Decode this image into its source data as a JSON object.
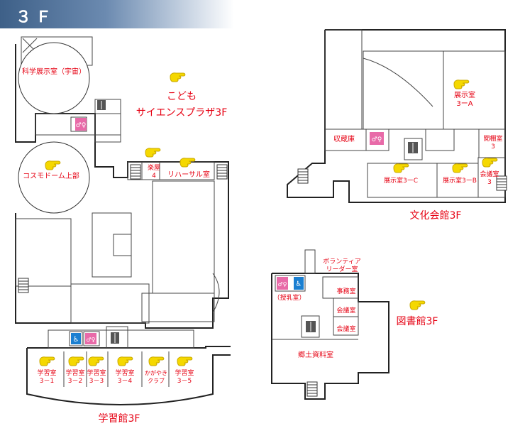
{
  "floor": "３Ｆ",
  "colors": {
    "label_red": "#e60012",
    "header_blue": "#3e6088",
    "toilet_pink": "#e86aa8",
    "accessible_blue": "#1a7fd1",
    "hand_yellow": "#f5d800"
  },
  "buildings": {
    "science": {
      "name": "こども\nサイエンスプラザ3F",
      "name_line1": "こども",
      "name_line2": "サイエンスプラザ3F",
      "rooms": {
        "science_exhibit": "科学展示室（宇宙）",
        "cosmo_dome": "コスモドーム上部",
        "green_room_line1": "楽屋",
        "green_room_line2": "4",
        "rehearsal": "リハーサル室"
      }
    },
    "culture": {
      "name": "文化会館3F",
      "rooms": {
        "storage": "収蔵庫",
        "exhibit_3a_line1": "展示室",
        "exhibit_3a_line2": "3ーA",
        "exhibit_3c": "展示室3ーC",
        "exhibit_3b": "展示室3ーB",
        "showroom3_line1": "閲棚室",
        "showroom3_line2": "3",
        "meeting3_line1": "会議室",
        "meeting3_line2": "3"
      }
    },
    "library": {
      "name": "図書館3F",
      "rooms": {
        "volunteer_line1": "ボランティア",
        "volunteer_line2": "リーダー室",
        "office": "事務室",
        "meeting_a": "会議室",
        "meeting_b": "会議室",
        "local_archive": "郷土資料室",
        "nursing": "（授乳室）"
      }
    },
    "learning": {
      "name": "学習館3F",
      "rooms": [
        {
          "line1": "学習室",
          "line2": "3－1"
        },
        {
          "line1": "学習室",
          "line2": "3－2"
        },
        {
          "line1": "学習室",
          "line2": "3－3"
        },
        {
          "line1": "学習室",
          "line2": "3－4"
        },
        {
          "line1": "かがやき",
          "line2": "クラブ"
        },
        {
          "line1": "学習室",
          "line2": "3－5"
        }
      ]
    }
  },
  "icons": [
    "pointing-hand-icon",
    "restroom-icon",
    "wheelchair-icon",
    "elevator-icon"
  ]
}
